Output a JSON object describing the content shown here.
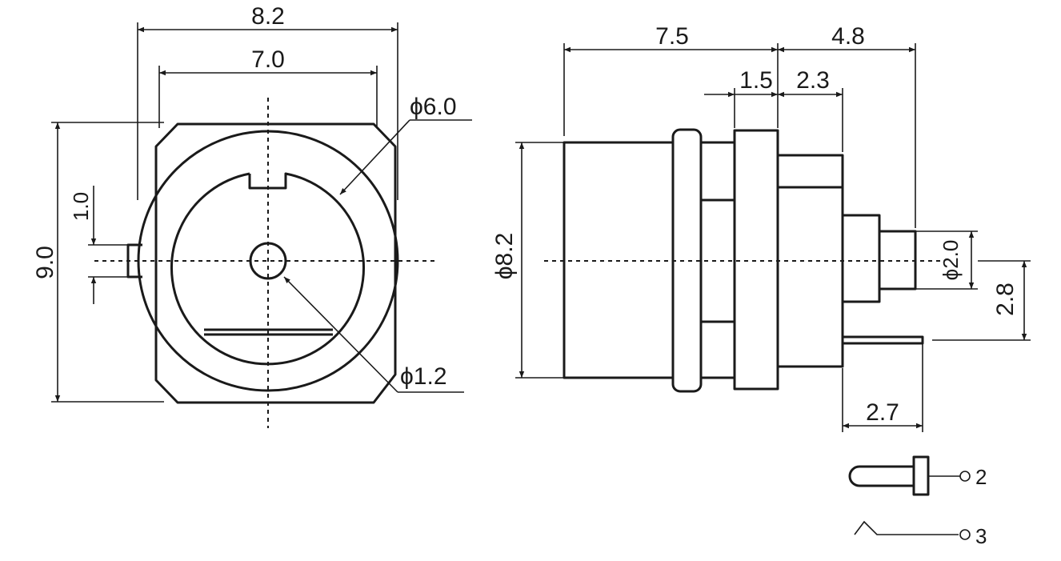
{
  "front_view": {
    "width_outer": "8.2",
    "width_inner": "7.0",
    "height": "9.0",
    "key_width": "1.0",
    "dia_bore": "ϕ6.0",
    "dia_pin": "ϕ1.2"
  },
  "side_view": {
    "length_body": "7.5",
    "length_rear": "4.8",
    "flange": "1.5",
    "rear_step": "2.3",
    "dia_body": "ϕ8.2",
    "dia_pin": "ϕ2.0",
    "pin_offset": "2.8",
    "terminal_length": "2.7"
  },
  "legend": {
    "pin_2": "2",
    "pin_3": "3"
  },
  "colors": {
    "ink": "#1a1a1a",
    "background": "#ffffff"
  }
}
